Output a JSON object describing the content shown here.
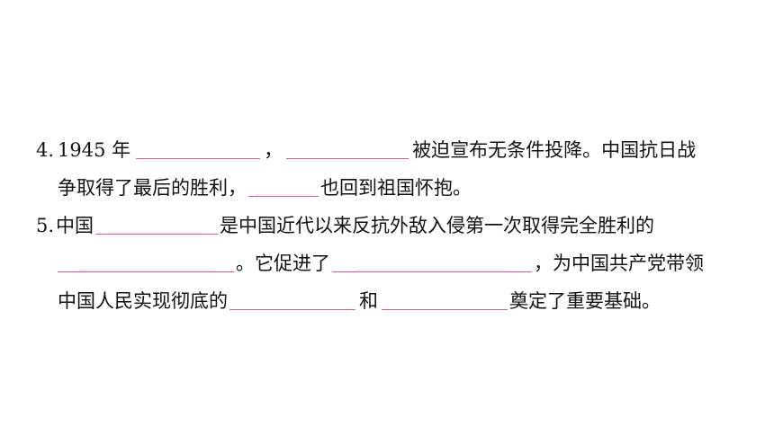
{
  "questions": {
    "q4": {
      "number": "4.",
      "year": "1945 年",
      "comma_wide": "，",
      "text_a": "被迫宣布无条件投降。中国抗日战",
      "text_b": "争取得了最后的胜利，",
      "text_c": "也回到祖国怀抱。"
    },
    "q5": {
      "number": "5.",
      "text_a": "中国",
      "text_b": "是中国近代以来反抗外敌入侵第一次取得完全胜利的",
      "text_c": "。它促进了",
      "text_d": "，为中国共产党带领",
      "text_e": "中国人民实现彻底的",
      "text_f": "和",
      "text_g": "奠定了重要基础。"
    }
  },
  "colors": {
    "blank_line": "#e2579b",
    "text": "#111111"
  }
}
